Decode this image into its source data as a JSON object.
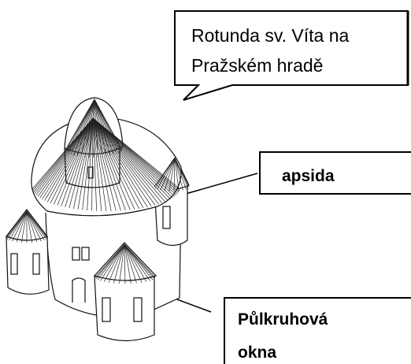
{
  "callout": {
    "title_line1": "Rotunda sv. Víta na",
    "title_line2": "Pražském hradě"
  },
  "labels": {
    "apsida": "apsida",
    "okna_line1": "Půlkruhová",
    "okna_line2": "okna"
  },
  "colors": {
    "ink": "#000000",
    "background": "#ffffff"
  }
}
